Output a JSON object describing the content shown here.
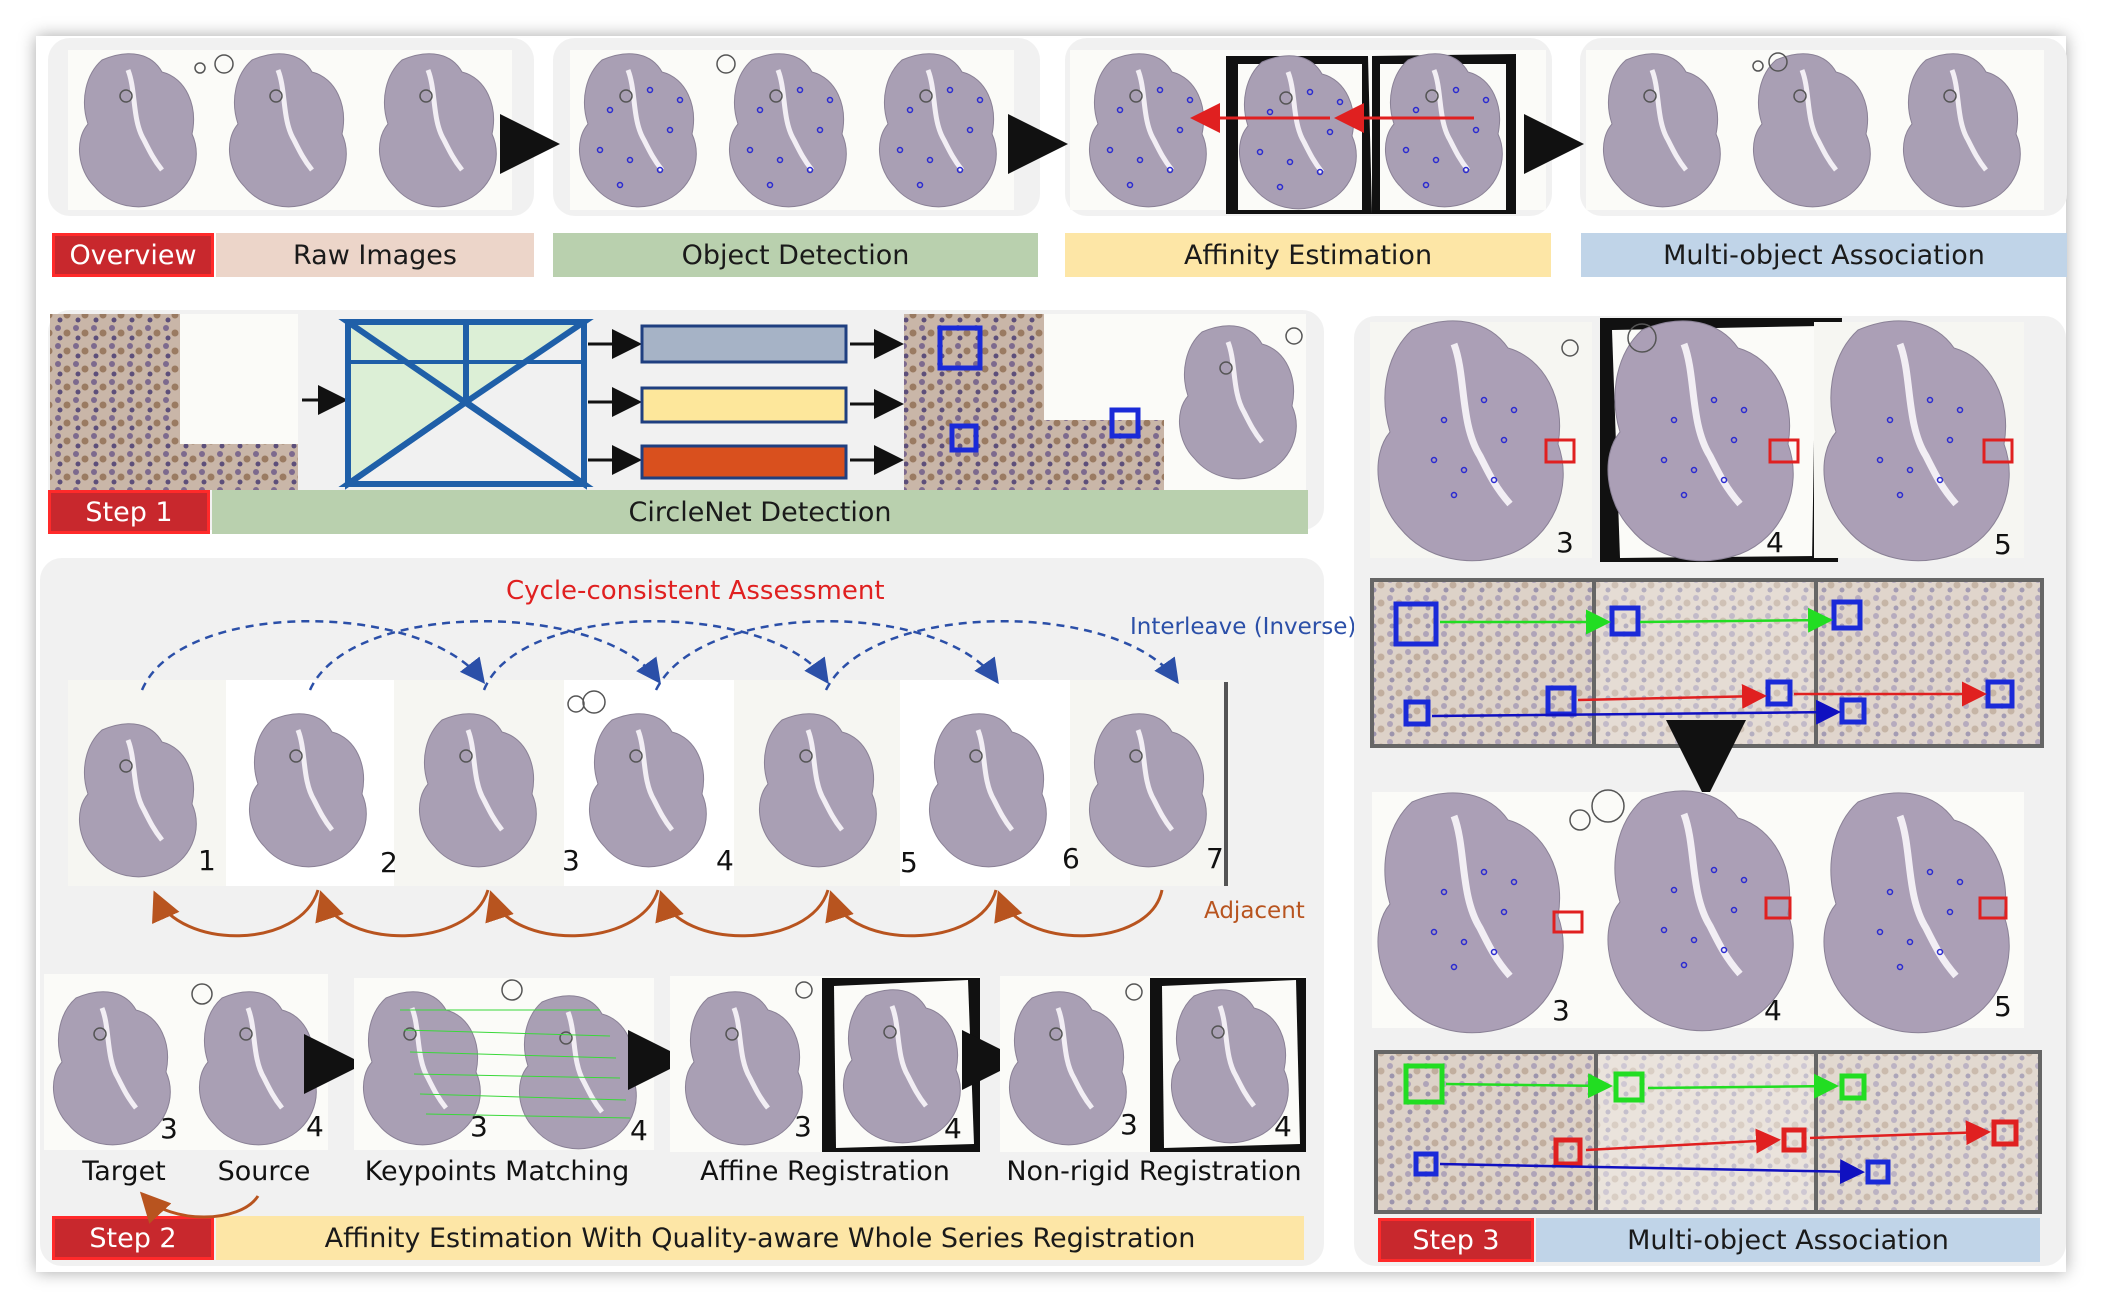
{
  "overview": {
    "tag": "Overview",
    "stages": [
      "Raw Images",
      "Object Detection",
      "Affinity Estimation",
      "Multi-object  Association"
    ]
  },
  "step1": {
    "tag": "Step 1",
    "title": "CircleNet  Detection"
  },
  "step2": {
    "tag": "Step 2",
    "title": "Affinity Estimation With  Quality-aware Whole Series Registration",
    "cycle_label": "Cycle-consistent  Assessment",
    "interleave_label": "Interleave  (Inverse)",
    "adjacent_label": "Adjacent",
    "series_numbers": [
      "1",
      "2",
      "3",
      "4",
      "5",
      "6",
      "7"
    ],
    "target_label": "Target",
    "source_label": "Source",
    "keypoints_label": "Keypoints Matching",
    "affine_label": "Affine Registration",
    "nonrigid_label": "Non-rigid  Registration",
    "pair_numbers": [
      "3",
      "4"
    ]
  },
  "step3": {
    "tag": "Step 3",
    "title": "Multi-object  Association",
    "slide_numbers": [
      "3",
      "4",
      "5"
    ]
  },
  "colors": {
    "overview_tag": "#c8282d",
    "raw_images_bar": "#ecd5c9",
    "object_detection_bar": "#b9d0ae",
    "affinity_bar": "#fde6a6",
    "association_bar": "#c0d4e8",
    "cycle_red": "#e02020",
    "interleave_blue": "#2b4fa8",
    "adjacent_brown": "#b8541f",
    "detector_blue": "#1f5fa8",
    "detector_fill": "#dcefd6",
    "feature_gray": "#a6b3c6",
    "feature_yellow": "#fde79b",
    "feature_orange": "#d9501e"
  }
}
